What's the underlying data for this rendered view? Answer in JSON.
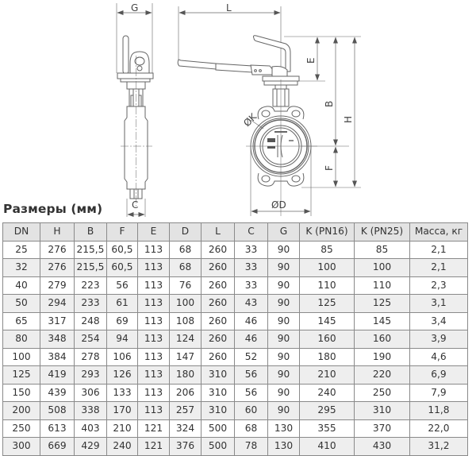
{
  "drawing": {
    "labels": {
      "G": "G",
      "C": "C",
      "L": "L",
      "E": "E",
      "B": "B",
      "H": "H",
      "F": "F",
      "K": "ØK",
      "D": "ØD"
    }
  },
  "table": {
    "title": "Размеры (мм)",
    "columns": [
      "DN",
      "H",
      "B",
      "F",
      "E",
      "D",
      "L",
      "C",
      "G",
      "K (PN16)",
      "K (PN25)",
      "Масса, кг"
    ],
    "rows": [
      [
        "25",
        "276",
        "215,5",
        "60,5",
        "113",
        "68",
        "260",
        "33",
        "90",
        "85",
        "85",
        "2,1"
      ],
      [
        "32",
        "276",
        "215,5",
        "60,5",
        "113",
        "68",
        "260",
        "33",
        "90",
        "100",
        "100",
        "2,1"
      ],
      [
        "40",
        "279",
        "223",
        "56",
        "113",
        "76",
        "260",
        "33",
        "90",
        "110",
        "110",
        "2,3"
      ],
      [
        "50",
        "294",
        "233",
        "61",
        "113",
        "100",
        "260",
        "43",
        "90",
        "125",
        "125",
        "3,1"
      ],
      [
        "65",
        "317",
        "248",
        "69",
        "113",
        "108",
        "260",
        "46",
        "90",
        "145",
        "145",
        "3,4"
      ],
      [
        "80",
        "348",
        "254",
        "94",
        "113",
        "124",
        "260",
        "46",
        "90",
        "160",
        "160",
        "3,9"
      ],
      [
        "100",
        "384",
        "278",
        "106",
        "113",
        "147",
        "260",
        "52",
        "90",
        "180",
        "190",
        "4,6"
      ],
      [
        "125",
        "419",
        "293",
        "126",
        "113",
        "180",
        "310",
        "56",
        "90",
        "210",
        "220",
        "6,9"
      ],
      [
        "150",
        "439",
        "306",
        "133",
        "113",
        "206",
        "310",
        "56",
        "90",
        "240",
        "250",
        "7,9"
      ],
      [
        "200",
        "508",
        "338",
        "170",
        "113",
        "257",
        "310",
        "60",
        "90",
        "295",
        "310",
        "11,8"
      ],
      [
        "250",
        "613",
        "403",
        "210",
        "121",
        "324",
        "500",
        "68",
        "130",
        "355",
        "370",
        "22,0"
      ],
      [
        "300",
        "669",
        "429",
        "240",
        "121",
        "376",
        "500",
        "78",
        "130",
        "410",
        "430",
        "31,2"
      ]
    ]
  },
  "chart_data": {
    "type": "table",
    "title": "Размеры (мм)",
    "columns": [
      "DN",
      "H",
      "B",
      "F",
      "E",
      "D",
      "L",
      "C",
      "G",
      "K (PN16)",
      "K (PN25)",
      "Масса, кг"
    ],
    "rows": [
      [
        25,
        276,
        215.5,
        60.5,
        113,
        68,
        260,
        33,
        90,
        85,
        85,
        2.1
      ],
      [
        32,
        276,
        215.5,
        60.5,
        113,
        68,
        260,
        33,
        90,
        100,
        100,
        2.1
      ],
      [
        40,
        279,
        223,
        56,
        113,
        76,
        260,
        33,
        90,
        110,
        110,
        2.3
      ],
      [
        50,
        294,
        233,
        61,
        113,
        100,
        260,
        43,
        90,
        125,
        125,
        3.1
      ],
      [
        65,
        317,
        248,
        69,
        113,
        108,
        260,
        46,
        90,
        145,
        145,
        3.4
      ],
      [
        80,
        348,
        254,
        94,
        113,
        124,
        260,
        46,
        90,
        160,
        160,
        3.9
      ],
      [
        100,
        384,
        278,
        106,
        113,
        147,
        260,
        52,
        90,
        180,
        190,
        4.6
      ],
      [
        125,
        419,
        293,
        126,
        113,
        180,
        310,
        56,
        90,
        210,
        220,
        6.9
      ],
      [
        150,
        439,
        306,
        133,
        113,
        206,
        310,
        56,
        90,
        240,
        250,
        7.9
      ],
      [
        200,
        508,
        338,
        170,
        113,
        257,
        310,
        60,
        90,
        295,
        310,
        11.8
      ],
      [
        250,
        613,
        403,
        210,
        121,
        324,
        500,
        68,
        130,
        355,
        370,
        22.0
      ],
      [
        300,
        669,
        429,
        240,
        121,
        376,
        500,
        78,
        130,
        410,
        430,
        31.2
      ]
    ]
  }
}
